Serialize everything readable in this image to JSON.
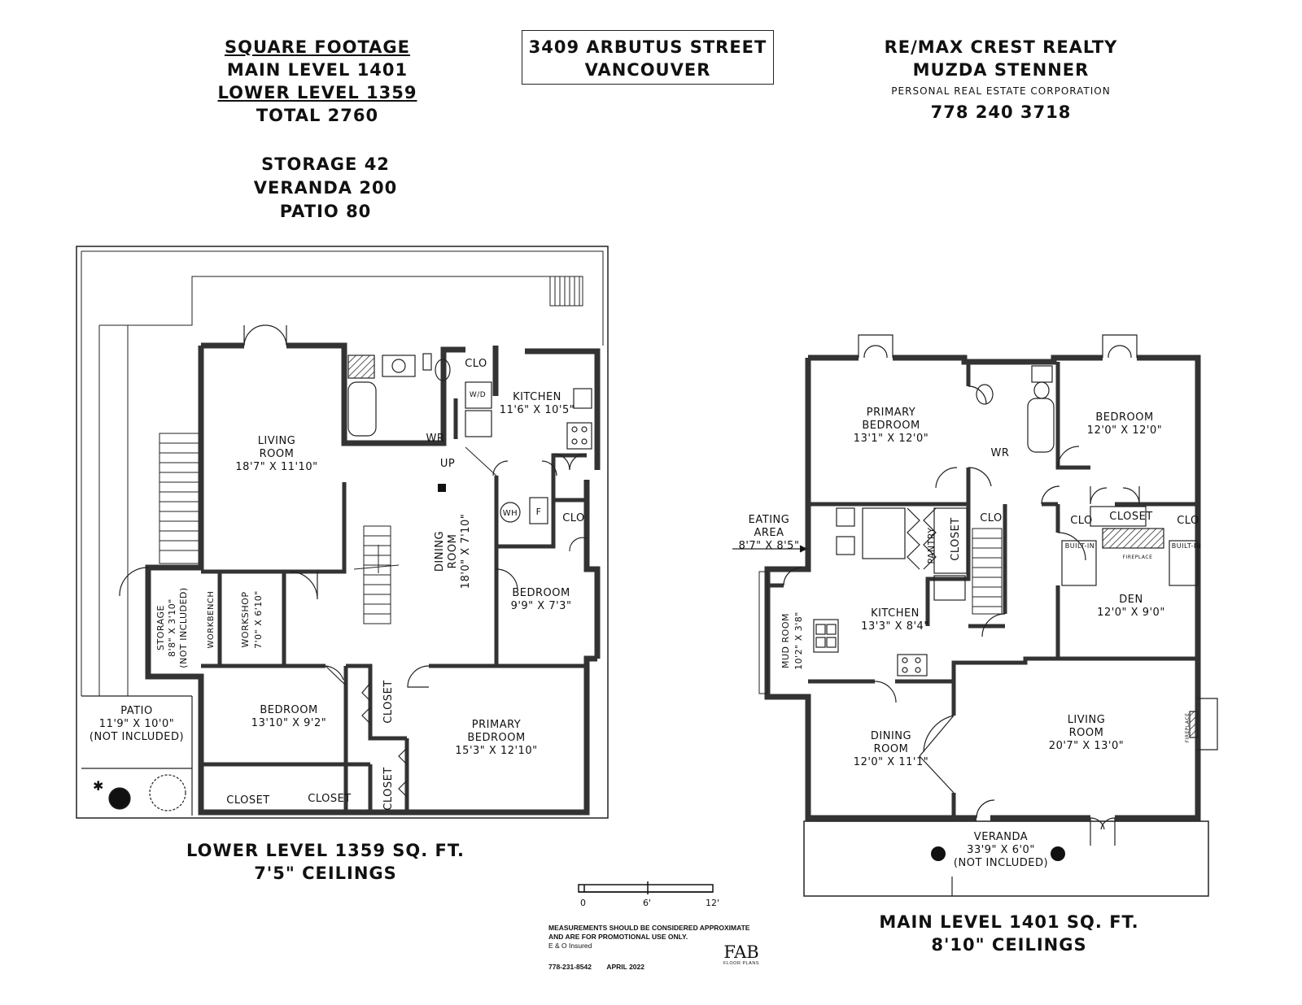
{
  "header_left": {
    "title": "SQUARE FOOTAGE",
    "main_level": "MAIN LEVEL 1401",
    "lower_level": "LOWER LEVEL 1359",
    "total": "TOTAL 2760",
    "storage": "STORAGE 42",
    "veranda": "VERANDA 200",
    "patio": "PATIO 80"
  },
  "address": {
    "line1": "3409 ARBUTUS STREET",
    "line2": "VANCOUVER"
  },
  "realtor": {
    "company": "RE/MAX CREST REALTY",
    "agent": "MUZDA STENNER",
    "corp": "PERSONAL REAL ESTATE CORPORATION",
    "phone": "778 240 3718"
  },
  "lower_level": {
    "caption1": "LOWER LEVEL 1359 SQ. FT.",
    "caption2": "7'5\" CEILINGS",
    "rooms": {
      "living": {
        "name": "LIVING\nROOM",
        "dim": "18'7\" X 11'10\""
      },
      "kitchen": {
        "name": "KITCHEN",
        "dim": "11'6\" X 10'5\""
      },
      "clo_top": "CLO",
      "wr": "WR",
      "up": "UP",
      "wd": "W/D",
      "wh": "WH",
      "f": "F",
      "clo_right": "CLO",
      "dining": {
        "name": "DINING\nROOM",
        "dim": "18'0\" X 7'10\""
      },
      "bedroom_small": {
        "name": "BEDROOM",
        "dim": "9'9\" X 7'3\""
      },
      "storage": {
        "name": "STORAGE",
        "dim": "8'8\" X 3'10\"",
        "note": "(NOT INCLUDED)"
      },
      "workbench": "WORKBENCH",
      "workshop": {
        "name": "WORKSHOP",
        "dim": "7'0\" X 6'10\""
      },
      "bedroom": {
        "name": "BEDROOM",
        "dim": "13'10\" X 9'2\""
      },
      "closet_v1": "CLOSET",
      "closet_v2": "CLOSET",
      "closet_h1": "CLOSET",
      "closet_h2": "CLOSET",
      "primary": {
        "name": "PRIMARY\nBEDROOM",
        "dim": "15'3\" X 12'10\""
      },
      "patio": {
        "name": "PATIO",
        "dim": "11'9\" X 10'0\"",
        "note": "(NOT INCLUDED)"
      }
    }
  },
  "main_level": {
    "caption1": "MAIN LEVEL 1401 SQ. FT.",
    "caption2": "8'10\" CEILINGS",
    "rooms": {
      "primary": {
        "name": "PRIMARY\nBEDROOM",
        "dim": "13'1\" X 12'0\""
      },
      "wr": "WR",
      "bedroom": {
        "name": "BEDROOM",
        "dim": "12'0\" X 12'0\""
      },
      "eating": {
        "name": "EATING\nAREA",
        "dim": "8'7\" X 8'5\""
      },
      "pantry": "PANTRY",
      "closet_v": "CLOSET",
      "clo_mid": "CLO",
      "clo_left": "CLO",
      "closet_top": "CLOSET",
      "clo_right": "CLO",
      "builtin_l": "BUILT-IN",
      "builtin_r": "BUILT-IN",
      "fireplace_den": "FIREPLACE",
      "den": {
        "name": "DEN",
        "dim": "12'0\" X 9'0\""
      },
      "kitchen": {
        "name": "KITCHEN",
        "dim": "13'3\" X 8'4\""
      },
      "mud": {
        "name": "MUD ROOM",
        "dim": "10'2\" X 3'8\""
      },
      "dining": {
        "name": "DINING\nROOM",
        "dim": "12'0\" X 11'1\""
      },
      "living": {
        "name": "LIVING\nROOM",
        "dim": "20'7\" X 13'0\""
      },
      "fireplace_living": "FIREPLACE",
      "veranda": {
        "name": "VERANDA",
        "dim": "33'9\" X 6'0\"",
        "note": "(NOT INCLUDED)"
      }
    }
  },
  "scale": {
    "ticks": [
      "0",
      "6'",
      "12'"
    ]
  },
  "disclaimer": {
    "line1": "MEASUREMENTS SHOULD BE CONSIDERED APPROXIMATE",
    "line2": "AND ARE FOR PROMOTIONAL USE ONLY.",
    "line3": "E & O Insured",
    "contact": "778-231-8542",
    "date": "APRIL 2022",
    "logo": "FAB",
    "logo_sub": "FLOOR PLANS"
  }
}
